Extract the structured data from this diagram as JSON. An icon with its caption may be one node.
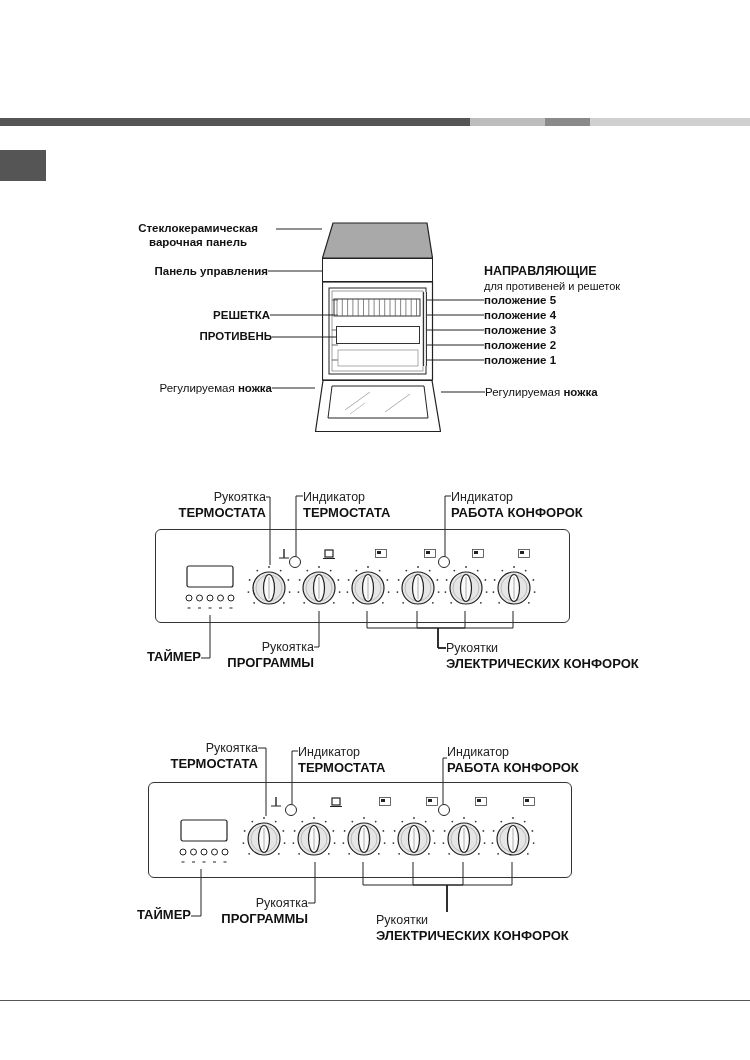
{
  "diagram": {
    "nodes": [
      {
        "text": [
          "Стеклокерамическая варочная панель"
        ]
      },
      {
        "text": [],
        "shape": "box"
      },
      {
        "text": [
          "Панель управления"
        ]
      },
      {
        "text": [],
        "shape": "box"
      },
      {
        "text": [
          "РЕШЕТКА"
        ]
      },
      {
        "text": [],
        "shape": "box"
      },
      {
        "text": [
          "ПРОТИВЕНЬ"
        ]
      },
      {
        "text": [],
        "shape": "box"
      },
      {
        "text": [
          "положение 5"
        ]
      },
      {
        "text": [
          "положение 4"
        ]
      },
      {
        "text": [
          "положение 3"
        ]
      },
      {
        "text": [
          "положение 2"
        ]
      },
      {
        "text": [
          "положение 1"
        ]
      },
      {
        "text": [
          "Регулируемая **ножка**"
        ]
      },
      {
        "text": [
          "Регулируемая **ножка**"
        ]
      },
      {
        "text": [
          "Рукоятка",
          "ТЕРМОСТАТА"
        ]
      },
      {
        "text": [
          "Индикатор",
          "ТЕРМОСТАТА"
        ]
      },
      {
        "text": [
          "Индикатор",
          "РАБОТА КОНФОРОК"
        ]
      },
      {
        "text": [],
        "shape": "box"
      },
      {
        "text": [],
        "shape": "box",
        "in": 18
      },
      {
        "text": [],
        "shape": "circle",
        "in": 18
      },
      {
        "text": [],
        "shape": "circle",
        "in": 18
      },
      {
        "text": [],
        "shape": "circle",
        "in": 18
      },
      {
        "text": [],
        "shape": "circle",
        "in": 18
      },
      {
        "text": [],
        "shape": "circle",
        "in": 18
      },
      {
        "text": [],
        "shape": "circle",
        "in": 18
      },
      {
        "text": [],
        "shape": "circle",
        "in": 18
      },
      {
        "text": [],
        "shape": "circle",
        "in": 18
      },
      {
        "text": [
          "ТАЙМЕР"
        ]
      },
      {
        "text": [
          "Рукоятка",
          "ПРОГРАММЫ"
        ]
      },
      {
        "text": [
          "Рукоятки",
          "ЭЛЕКТРИЧЕСКИХ КОНФОРОК"
        ]
      },
      {
        "text": [
          "Рукоятка",
          "ТЕРМОСТАТА"
        ]
      },
      {
        "text": [
          "Индикатор",
          "ТЕРМОСТАТА"
        ]
      },
      {
        "text": [
          "Индикатор",
          "РАБОТА КОНФОРОК"
        ]
      },
      {
        "text": [],
        "shape": "box"
      },
      {
        "text": [],
        "shape": "box",
        "in": 34
      },
      {
        "text": [],
        "shape": "circle",
        "in": 34
      },
      {
        "text": [],
        "shape": "circle",
        "in": 34
      },
      {
        "text": [],
        "shape": "circle",
        "in": 34
      },
      {
        "text": [],
        "shape": "circle",
        "in": 34
      },
      {
        "text": [],
        "shape": "circle",
        "in": 34
      },
      {
        "text": [],
        "shape": "circle",
        "in": 34
      },
      {
        "text": [],
        "shape": "circle",
        "in": 34
      },
      {
        "text": [],
        "shape": "circle",
        "in": 34
      },
      {
        "text": [
          "ТАЙМЕР"
        ]
      },
      {
        "text": [
          "Рукоятка",
          "ПРОГРАММЫ"
        ]
      },
      {
        "text": [
          "Рукоятки",
          "ЭЛЕКТРИЧЕСКИХ КОНФОРОК"
        ]
      },
      {
        "text": [],
        "shape": "bar"
      },
      {
        "text": [],
        "shape": "box"
      }
    ],
    "edges": [
      {
        "from": 0,
        "to": 1,
        "arrow": "none"
      },
      {
        "from": 2,
        "to": 3,
        "arrow": "none"
      },
      {
        "from": 4,
        "to": 5,
        "arrow": "none"
      },
      {
        "from": 6,
        "to": 7,
        "arrow": "none"
      },
      {
        "from": 8,
        "to": 47,
        "arrow": "none"
      },
      {
        "from": 9,
        "to": 47,
        "arrow": "none"
      },
      {
        "from": 10,
        "to": 47,
        "arrow": "none"
      },
      {
        "from": 11,
        "to": 47,
        "arrow": "none"
      },
      {
        "from": 12,
        "to": 47,
        "arrow": "none"
      },
      {
        "from": 13,
        "to": 48,
        "arrow": "none"
      },
      {
        "from": 14,
        "to": 48,
        "arrow": "none"
      },
      {
        "from": 15,
        "to": 20,
        "arrow": "none"
      },
      {
        "from": 16,
        "to": 21,
        "arrow": "none"
      },
      {
        "from": 17,
        "to": 25,
        "arrow": "none"
      },
      {
        "from": 28,
        "to": 19,
        "arrow": "none"
      },
      {
        "from": 29,
        "to": 22,
        "arrow": "none"
      },
      {
        "from": 30,
        "to": 23,
        "arrow": "none"
      },
      {
        "from": 30,
        "to": 24,
        "arrow": "none"
      },
      {
        "from": 30,
        "to": 26,
        "arrow": "none"
      },
      {
        "from": 30,
        "to": 27,
        "arrow": "none"
      },
      {
        "from": 31,
        "to": 36,
        "arrow": "none"
      },
      {
        "from": 32,
        "to": 37,
        "arrow": "none"
      },
      {
        "from": 33,
        "to": 41,
        "arrow": "none"
      },
      {
        "from": 44,
        "to": 35,
        "arrow": "none"
      },
      {
        "from": 45,
        "to": 38,
        "arrow": "none"
      },
      {
        "from": 46,
        "to": 39,
        "arrow": "none"
      },
      {
        "from": 46,
        "to": 40,
        "arrow": "none"
      },
      {
        "from": 46,
        "to": 42,
        "arrow": "none"
      },
      {
        "from": 46,
        "to": 43,
        "arrow": "none"
      }
    ],
    "labels": [
      "НАПРАВЛЯЮЩИЕ",
      "для противеней и решеток"
    ]
  }
}
